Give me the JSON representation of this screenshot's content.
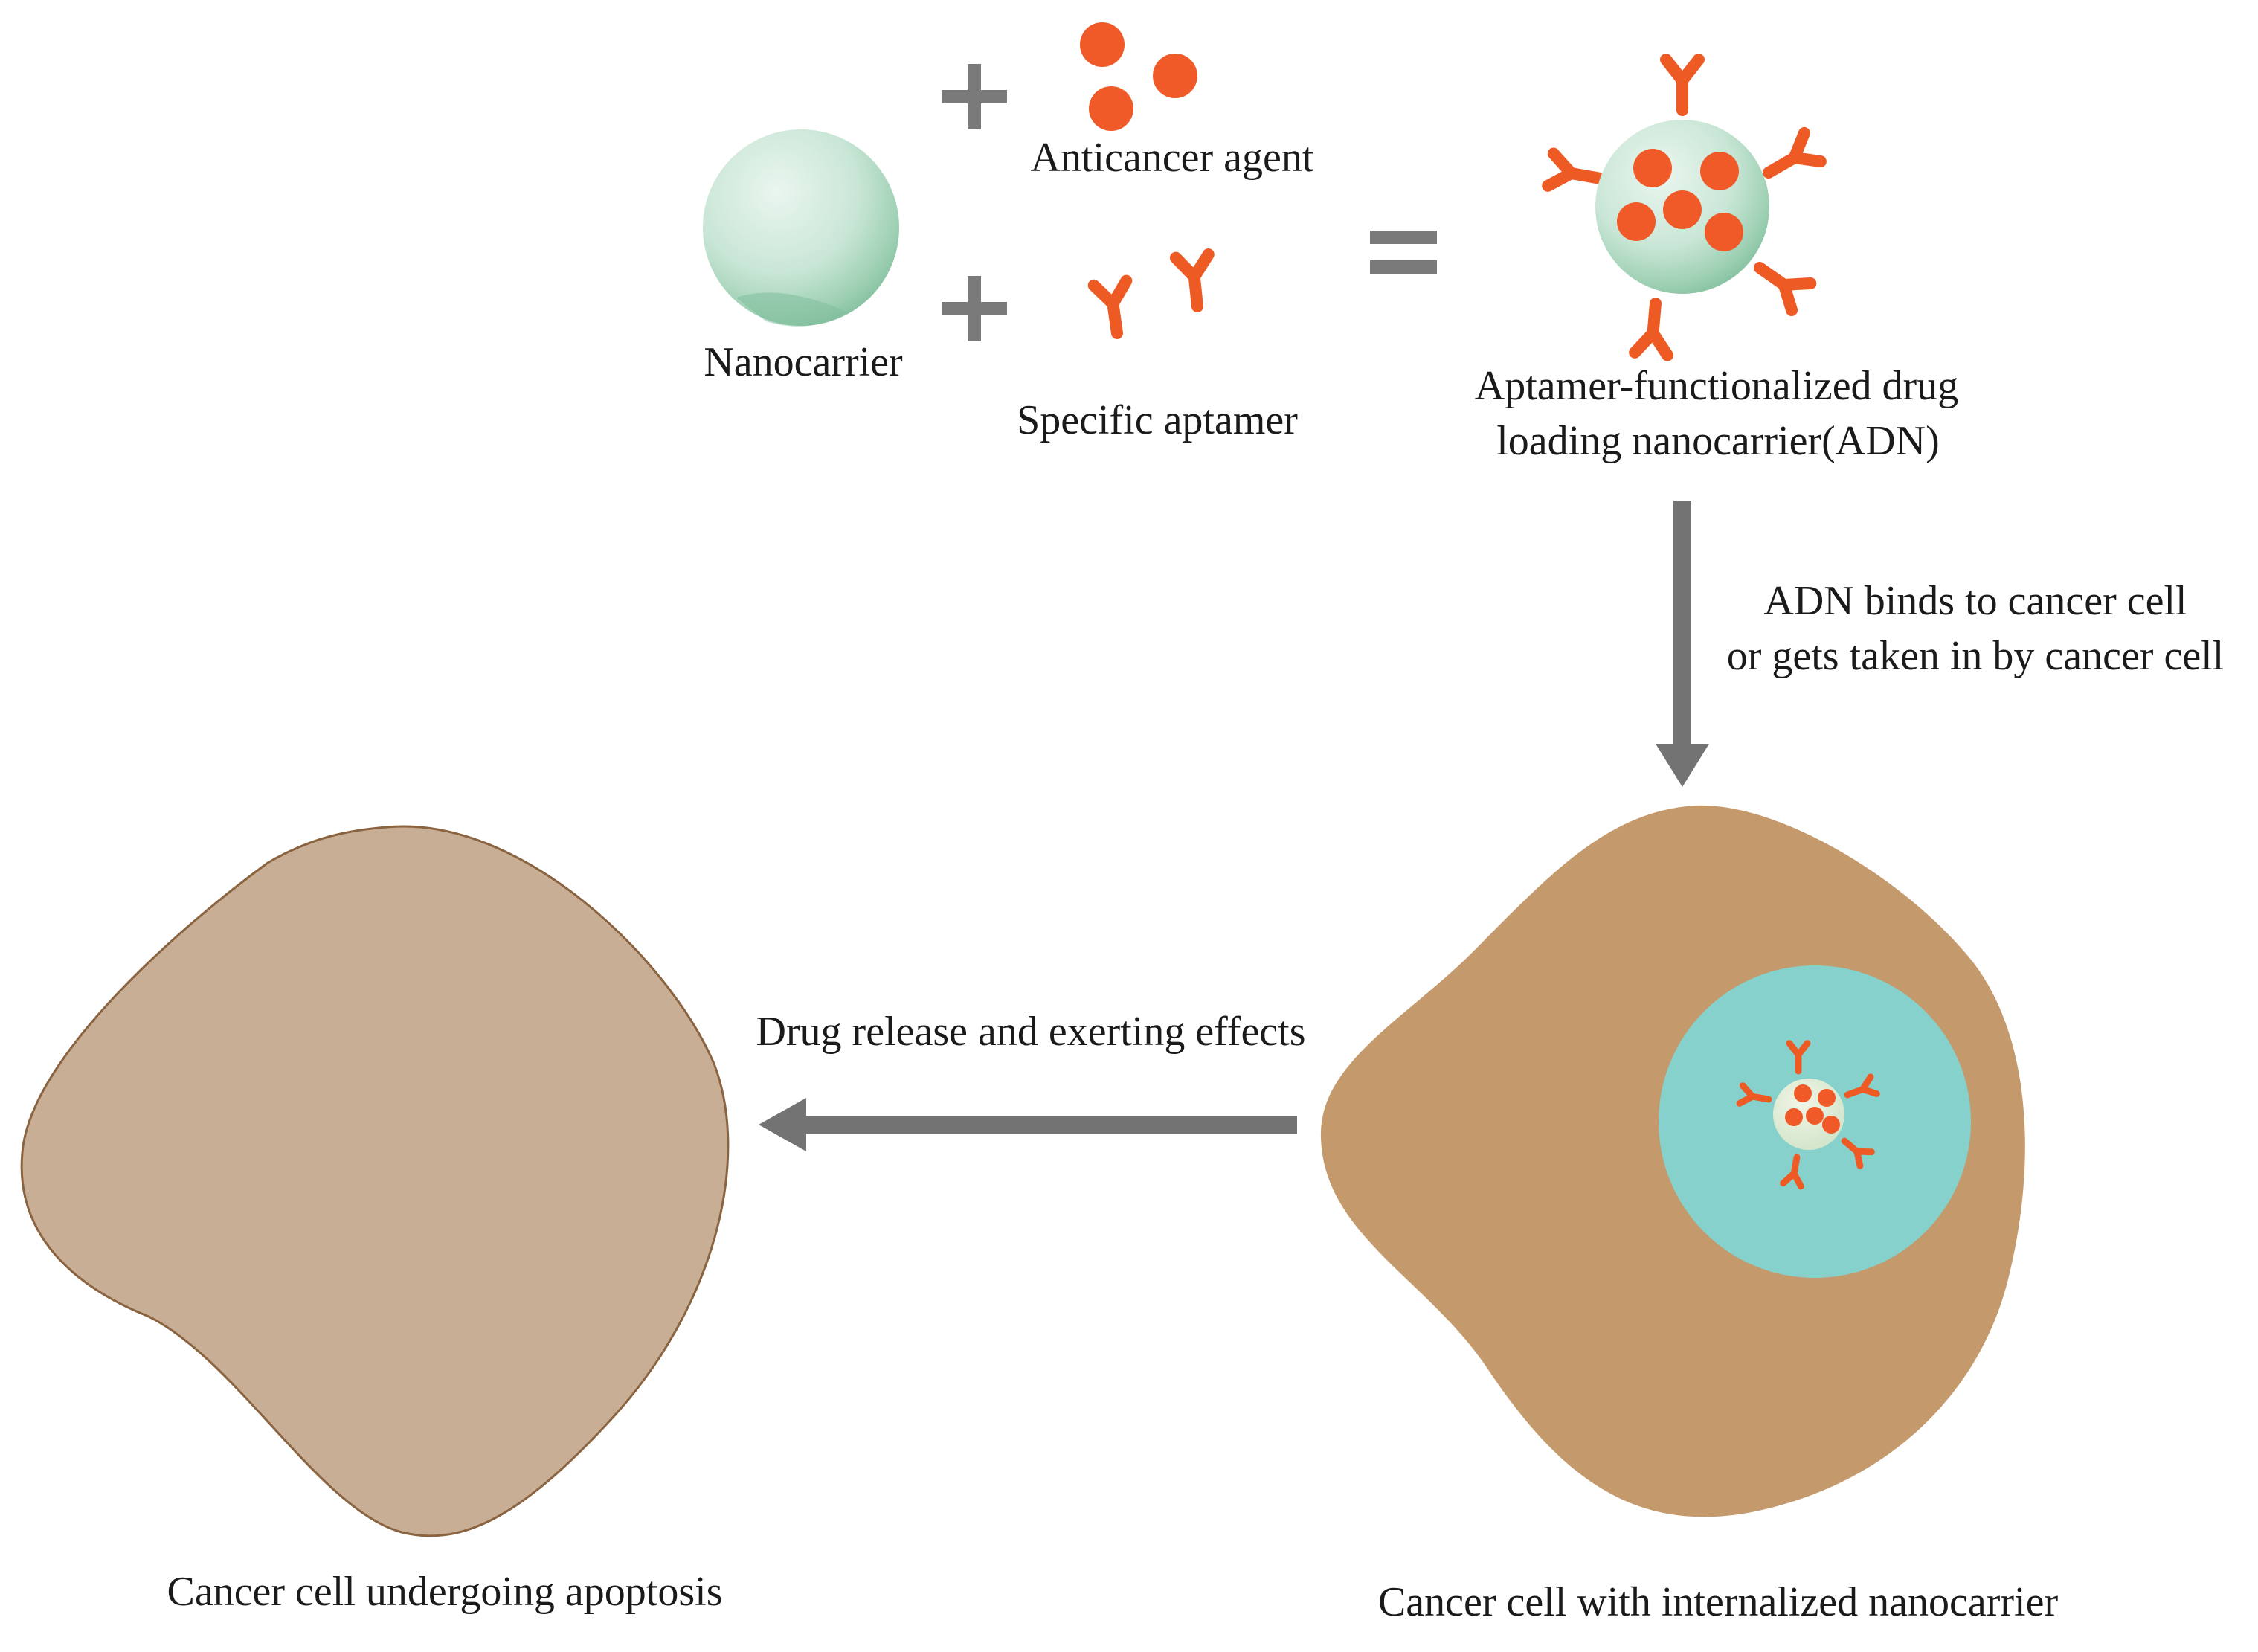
{
  "labels": {
    "nanocarrier": "Nanocarrier",
    "anticancer_agent": "Anticancer agent",
    "specific_aptamer": "Specific aptamer",
    "adn_line1": "Aptamer-functionalized drug",
    "adn_line2": "loading nanocarrier(ADN)",
    "binds_line1": "ADN binds to cancer cell",
    "binds_line2": "or gets taken in by cancer cell",
    "release": "Drug release and exerting effects",
    "apoptosis_cell": "Cancer cell undergoing apoptosis",
    "internalized_cell": "Cancer cell with internalized nanocarrier"
  },
  "colors": {
    "drug": "#f05a28",
    "aptamer": "#ee5a24",
    "nanocarrier_light": "#dbeee4",
    "nanocarrier_dark": "#8ec7a8",
    "operator_gray": "#7a7a7a",
    "arrow_gray": "#737373",
    "cancer_cell": "#c49a6c",
    "apoptotic_cell": "#c9ae96",
    "nucleus": "#86d1cb"
  },
  "icons": [
    "plus-icon",
    "equals-icon",
    "drug-dot-icon",
    "aptamer-icon",
    "arrow-down-icon",
    "arrow-left-icon"
  ]
}
